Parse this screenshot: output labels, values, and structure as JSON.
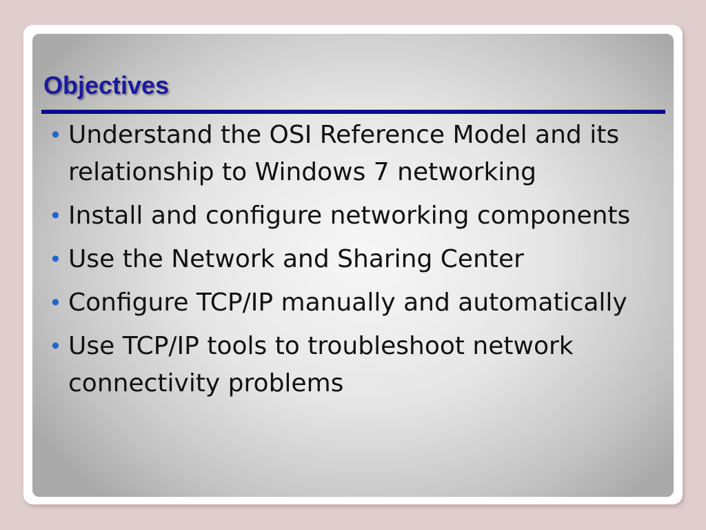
{
  "slide": {
    "title": "Objectives",
    "bullet_glyph": "•",
    "bullets": [
      "Understand the OSI Reference Model and its relationship to Windows 7 networking",
      "Install and configure networking components",
      "Use the Network and Sharing Center",
      "Configure TCP/IP manually and automatically",
      "Use TCP/IP tools to troubleshoot network connectivity problems"
    ]
  },
  "colors": {
    "background": "#e0cdcd",
    "title": "#1a1aa0",
    "rule": "#0b0b8e",
    "bullet": "#2266cc",
    "text": "#111111"
  }
}
